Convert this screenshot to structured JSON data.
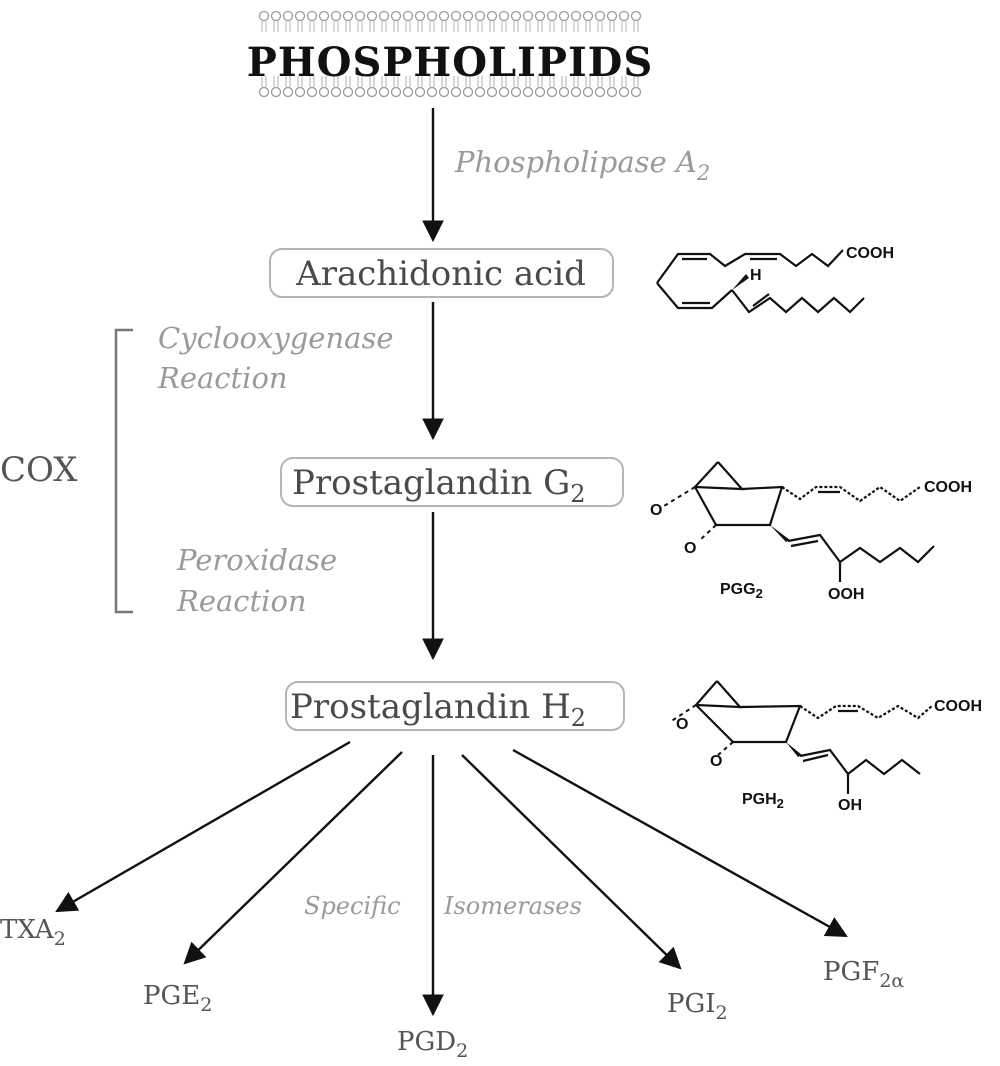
{
  "source": {
    "label": "PHOSPHOLIPIDS"
  },
  "enzymes": {
    "pla2": {
      "text": "Phospholipase A",
      "sub": "2"
    },
    "cox_reaction": {
      "line1": "Cyclooxygenase",
      "line2": "Reaction"
    },
    "perox_reaction": {
      "line1": "Peroxidase",
      "line2": "Reaction"
    },
    "isomerases": {
      "word1": "Specific",
      "word2": "Isomerases"
    }
  },
  "bracket": {
    "label": "COX"
  },
  "nodes": {
    "arachidonic": {
      "label": "Arachidonic acid"
    },
    "pgg2": {
      "label": "Prostaglandin G",
      "sub": "2"
    },
    "pgh2": {
      "label": "Prostaglandin H",
      "sub": "2"
    }
  },
  "structures": {
    "aa": {
      "cooh": "COOH",
      "h": "H"
    },
    "pgg2": {
      "cooh": "COOH",
      "name": "PGG",
      "name_sub": "2",
      "group": "OOH",
      "o1": "O",
      "o2": "O"
    },
    "pgh2": {
      "cooh": "COOH",
      "name": "PGH",
      "name_sub": "2",
      "group": "OH",
      "o1": "O",
      "o2": "O"
    }
  },
  "products": {
    "txa2": {
      "base": "TXA",
      "sub": "2"
    },
    "pge2": {
      "base": "PGE",
      "sub": "2"
    },
    "pgd2": {
      "base": "PGD",
      "sub": "2"
    },
    "pgi2": {
      "base": "PGI",
      "sub": "2"
    },
    "pgf2a": {
      "base": "PGF",
      "sub": "2α"
    }
  }
}
